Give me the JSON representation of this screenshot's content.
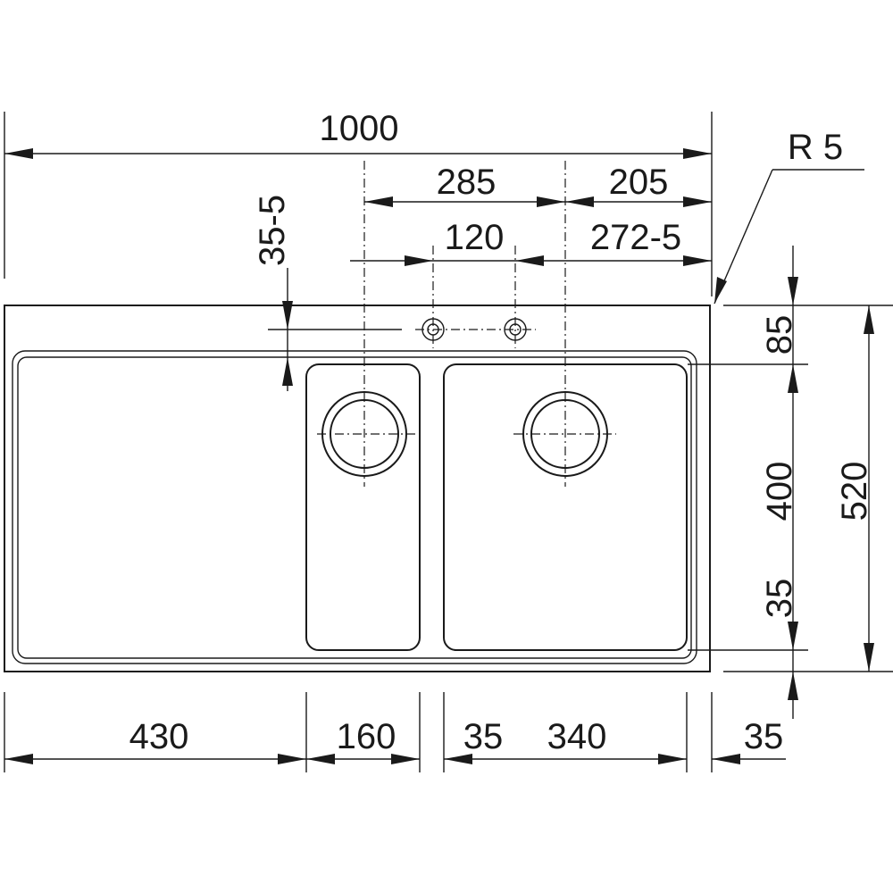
{
  "drawing": {
    "radius_label": "R 5",
    "dims": {
      "overall_width": "1000",
      "tap_to_centre": "285",
      "right_to_centre": "205",
      "tap_hole_spacing": "120",
      "tap_hole_offset": "272-5",
      "tap_hole_depth": "35-5",
      "top_to_bowl": "85",
      "bowl_depth": "400",
      "bottom_margin": "35",
      "overall_depth": "520",
      "drainer_width": "430",
      "small_bowl_width": "160",
      "bowl_gap": "35",
      "large_bowl_width": "340",
      "right_margin": "35"
    }
  }
}
